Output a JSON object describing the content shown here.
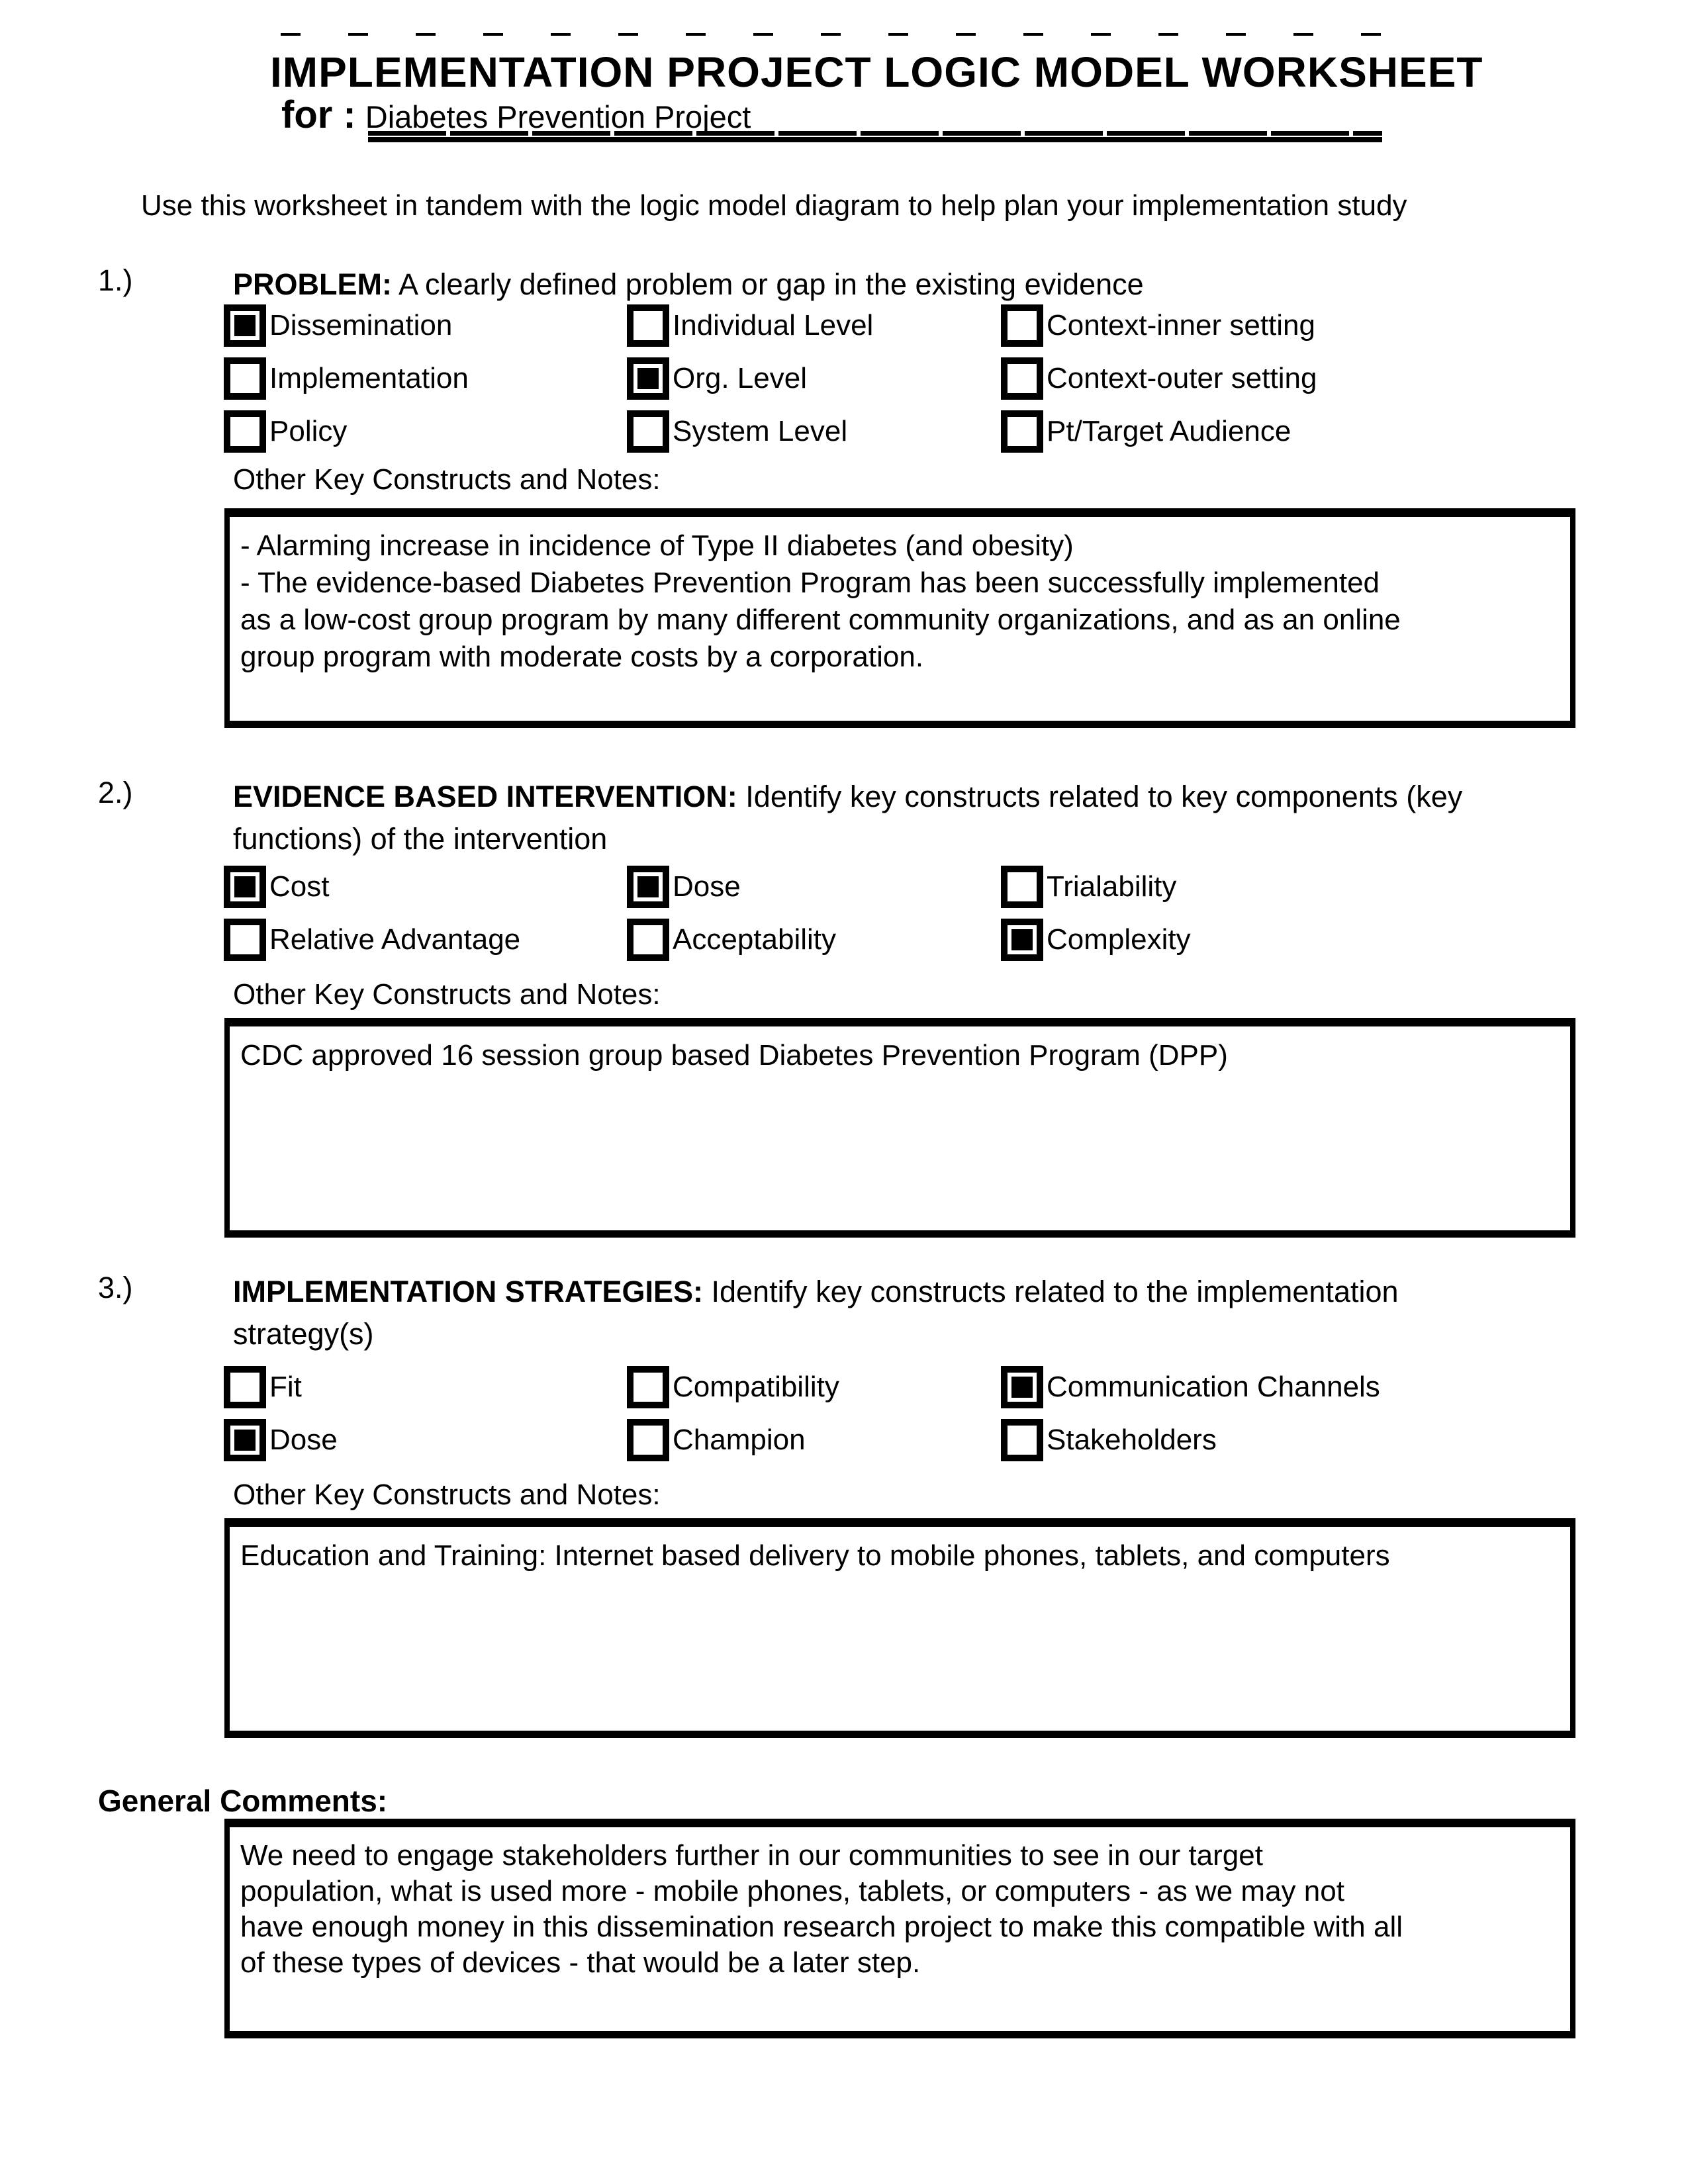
{
  "page": {
    "title": "IMPLEMENTATION PROJECT LOGIC MODEL WORKSHEET",
    "for_label": "for :",
    "project_name": "Diabetes Prevention Project",
    "tagline": "Use this worksheet in tandem with the logic model diagram to help plan your implementation study"
  },
  "sections": [
    {
      "number": "1.)",
      "heading_bold": "PROBLEM:",
      "heading_rest": " A clearly defined problem or gap in the existing evidence",
      "notes_label": "Other Key Constructs and Notes:",
      "checkboxes": [
        {
          "label": "Dissemination",
          "checked": true
        },
        {
          "label": "Individual Level",
          "checked": false
        },
        {
          "label": "Context-inner setting",
          "checked": false
        },
        {
          "label": "Implementation",
          "checked": false
        },
        {
          "label": "Org. Level",
          "checked": true
        },
        {
          "label": "Context-outer setting",
          "checked": false
        },
        {
          "label": "Policy",
          "checked": false
        },
        {
          "label": "System Level",
          "checked": false
        },
        {
          "label": "Pt/Target Audience",
          "checked": false
        }
      ],
      "notes": "- Alarming increase in incidence of Type II diabetes (and obesity)\n- The evidence-based Diabetes Prevention Program has been successfully implemented\nas a low-cost group program by many different community organizations, and as an online\ngroup program with moderate costs by a corporation."
    },
    {
      "number": "2.)",
      "heading_bold": "EVIDENCE BASED INTERVENTION:",
      "heading_rest": " Identify key constructs related to key components (key\nfunctions) of the intervention",
      "notes_label": "Other Key Constructs and Notes:",
      "checkboxes": [
        {
          "label": "Cost",
          "checked": true
        },
        {
          "label": "Dose",
          "checked": true
        },
        {
          "label": "Trialability",
          "checked": false
        },
        {
          "label": "Relative Advantage",
          "checked": false
        },
        {
          "label": "Acceptability",
          "checked": false
        },
        {
          "label": "Complexity",
          "checked": true
        }
      ],
      "notes": "CDC approved 16 session group based Diabetes Prevention Program (DPP)"
    },
    {
      "number": "3.)",
      "heading_bold": "IMPLEMENTATION STRATEGIES:",
      "heading_rest": " Identify key constructs related to the implementation strategy(s)",
      "notes_label": "Other Key Constructs and Notes:",
      "checkboxes": [
        {
          "label": "Fit",
          "checked": false
        },
        {
          "label": "Compatibility",
          "checked": false
        },
        {
          "label": "Communication Channels",
          "checked": true
        },
        {
          "label": "Dose",
          "checked": true
        },
        {
          "label": "Champion",
          "checked": false
        },
        {
          "label": "Stakeholders",
          "checked": false
        }
      ],
      "notes": "Education and Training: Internet based delivery to mobile phones, tablets, and computers"
    }
  ],
  "general_comments": {
    "label": "General Comments:",
    "text": "We need to engage stakeholders further in our communities to see in our target\npopulation, what is used more - mobile phones, tablets, or computers - as we may not\nhave enough money in this dissemination research project to make this compatible with all\nof these types of devices - that would be a later step."
  },
  "colors": {
    "ink": "#000000",
    "paper": "#ffffff"
  }
}
